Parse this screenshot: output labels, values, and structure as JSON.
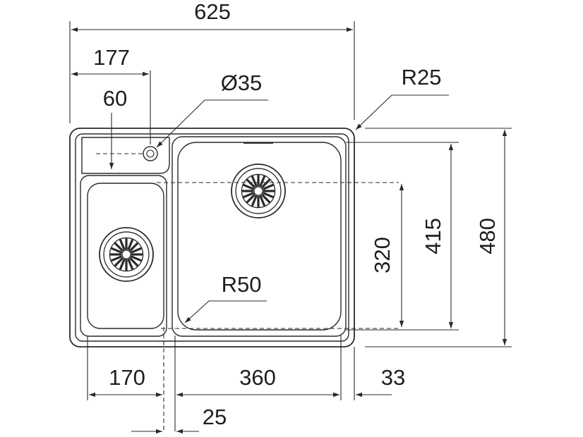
{
  "dimensions": {
    "overall_width": "625",
    "tap_hole_offset": "177",
    "tap_hole_edge": "60",
    "tap_hole_diameter": "Ø35",
    "corner_radius_outer": "R25",
    "bowl_corner_radius": "R50",
    "large_bowl_depth": "320",
    "large_bowl_length": "415",
    "overall_depth": "480",
    "small_bowl_width": "170",
    "large_bowl_width": "360",
    "right_margin": "33",
    "divider_width": "25"
  }
}
